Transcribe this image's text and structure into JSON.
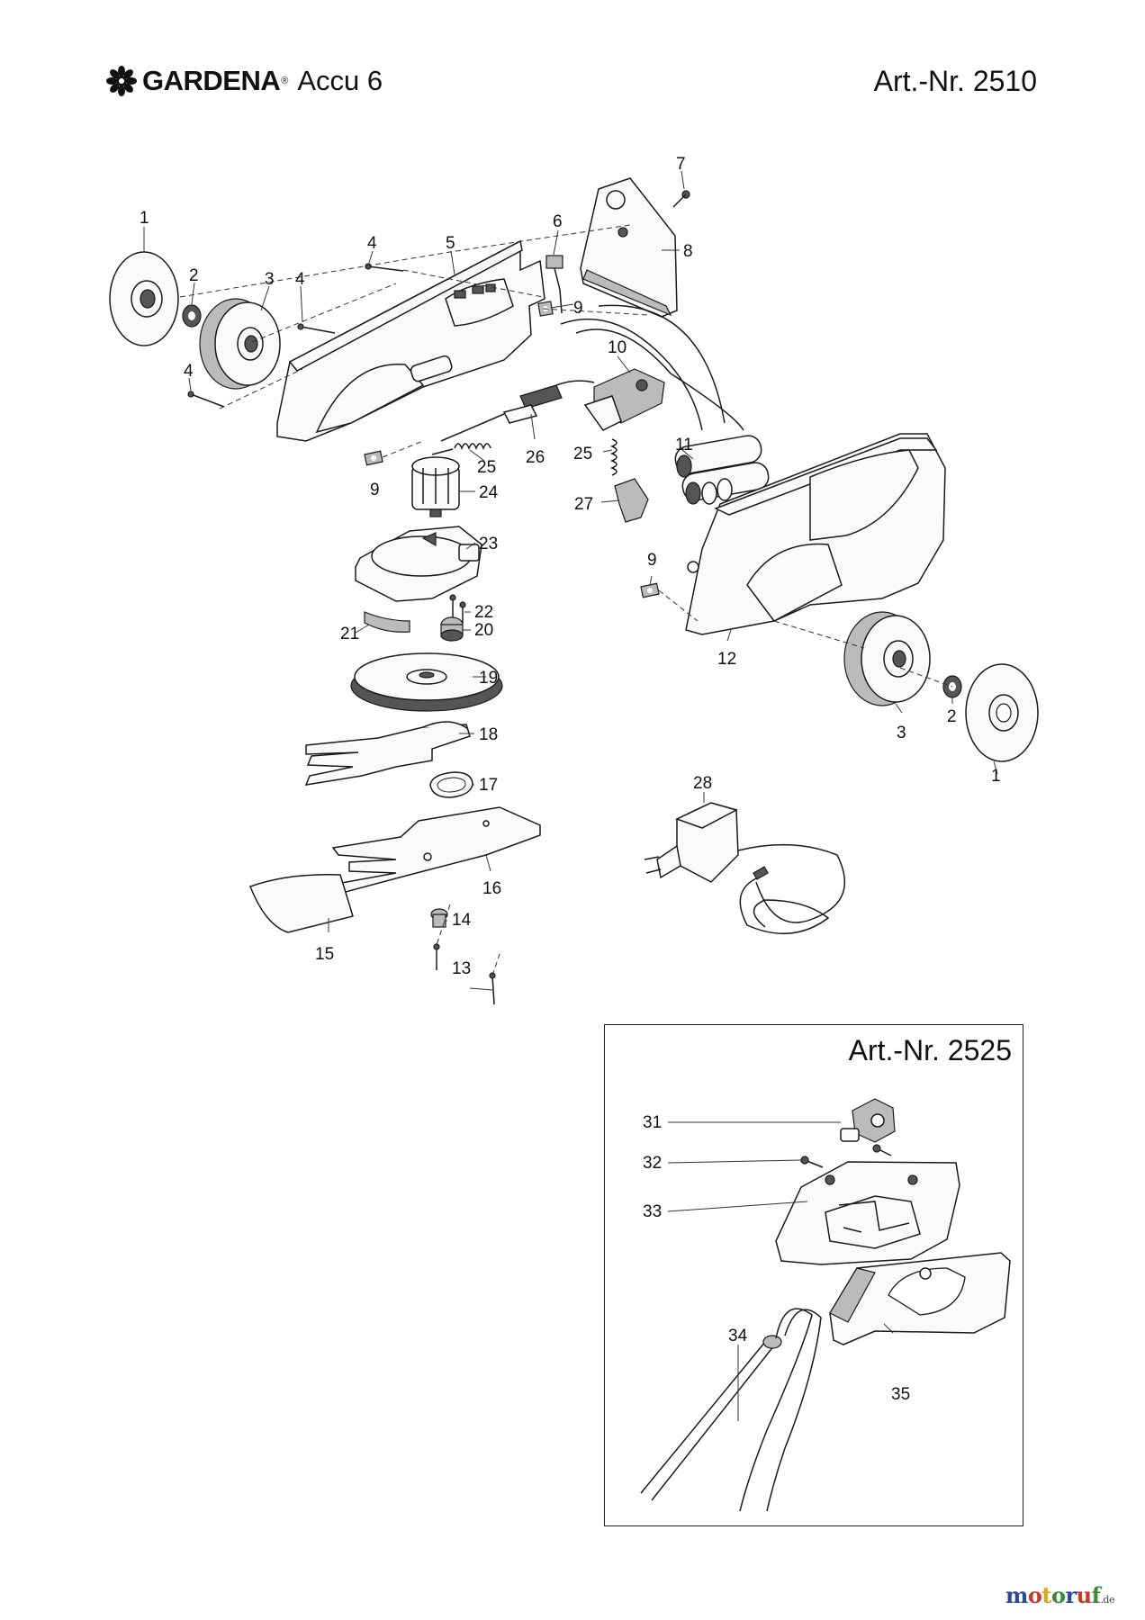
{
  "header": {
    "brand": "GARDENA",
    "brand_registered": "®",
    "model": "Accu 6",
    "article_number": "Art.-Nr. 2510"
  },
  "inset": {
    "article_number": "Art.-Nr. 2525"
  },
  "watermark": {
    "letters": [
      "m",
      "o",
      "t",
      "o",
      "r",
      "u",
      "f"
    ],
    "letter_colors": [
      "#2b4a9a",
      "#c63a2b",
      "#e0a21a",
      "#3a8a3a",
      "#2b4a9a",
      "#c63a2b",
      "#3a8a3a"
    ],
    "tld": ".de"
  },
  "callouts": {
    "c1a": "1",
    "c2a": "2",
    "c3a": "3",
    "c4a": "4",
    "c4b": "4",
    "c4c": "4",
    "c5": "5",
    "c6": "6",
    "c7": "7",
    "c8": "8",
    "c9a": "9",
    "c9b": "9",
    "c9c": "9",
    "c10": "10",
    "c11": "11",
    "c12": "12",
    "c13": "13",
    "c14": "14",
    "c15": "15",
    "c16": "16",
    "c17": "17",
    "c18": "18",
    "c19": "19",
    "c20": "20",
    "c21": "21",
    "c22": "22",
    "c23": "23",
    "c24": "24",
    "c25a": "25",
    "c25b": "25",
    "c26": "26",
    "c27": "27",
    "c28": "28",
    "c1b": "1",
    "c2b": "2",
    "c3b": "3",
    "c31": "31",
    "c32": "32",
    "c33": "33",
    "c34": "34",
    "c35": "35"
  },
  "icons": {
    "logo": "gardena-flower-logo"
  }
}
